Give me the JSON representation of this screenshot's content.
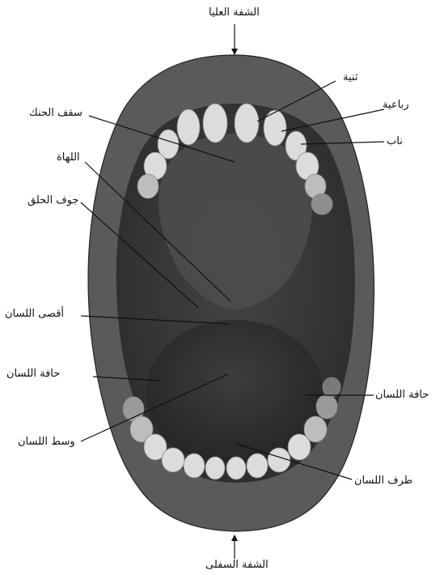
{
  "labels": {
    "upper_lip": "الشفة العليا",
    "lower_lip": "الشفة السفلى",
    "central_incisor": "ثنية",
    "lateral_incisor": "رباعية",
    "canine": "ناب",
    "hard_palate": "سقف الحنك",
    "uvula": "اللهاة",
    "pharynx": "جوف الحلق",
    "tongue_back": "أقصى اللسان",
    "tongue_edge_left": "حافة اللسان",
    "tongue_edge_right": "حافة اللسان",
    "tongue_middle": "وسط اللسان",
    "tongue_tip": "طرف اللسان"
  },
  "colors": {
    "lips": "#5c5c5c",
    "mouth_cavity": "#3a3a3a",
    "palate": "#4a4a4a",
    "tongue": "#353535",
    "teeth": "#d8d8d8",
    "line": "#111111"
  }
}
